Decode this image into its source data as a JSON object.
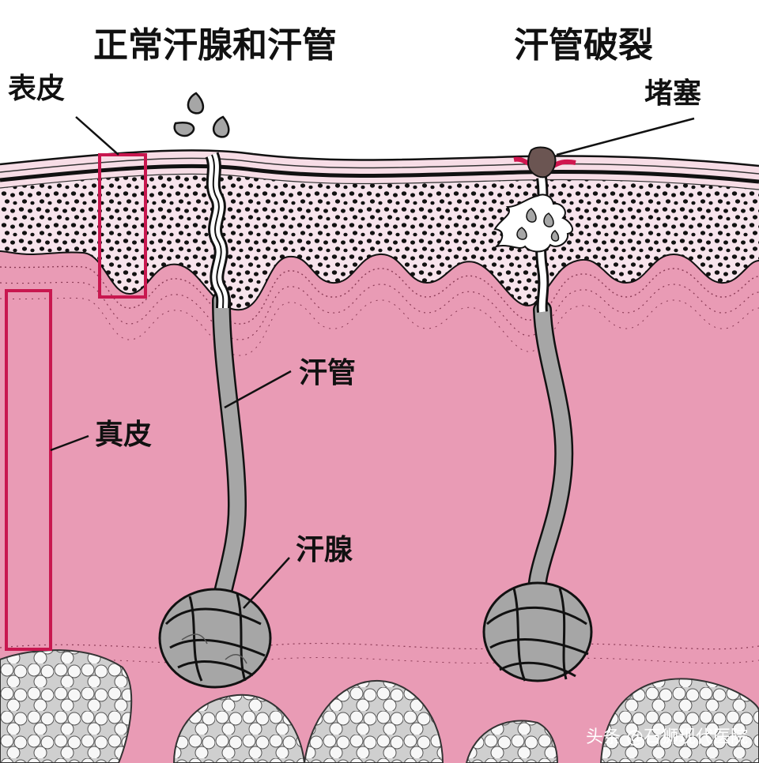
{
  "titles": {
    "normal": "正常汗腺和汗管",
    "rupture": "汗管破裂"
  },
  "labels": {
    "epidermis": "表皮",
    "dermis": "真皮",
    "sweat_duct": "汗管",
    "sweat_gland": "汗腺",
    "blockage": "堵塞"
  },
  "watermark": "头条 @石狮现代医院",
  "colors": {
    "dermis": "#e99bb5",
    "epidermis": "#f7dde6",
    "cells": "#111111",
    "duct": "#a6a6a6",
    "highlight_box": "#c8174f",
    "fat": "#f4f4f4"
  }
}
